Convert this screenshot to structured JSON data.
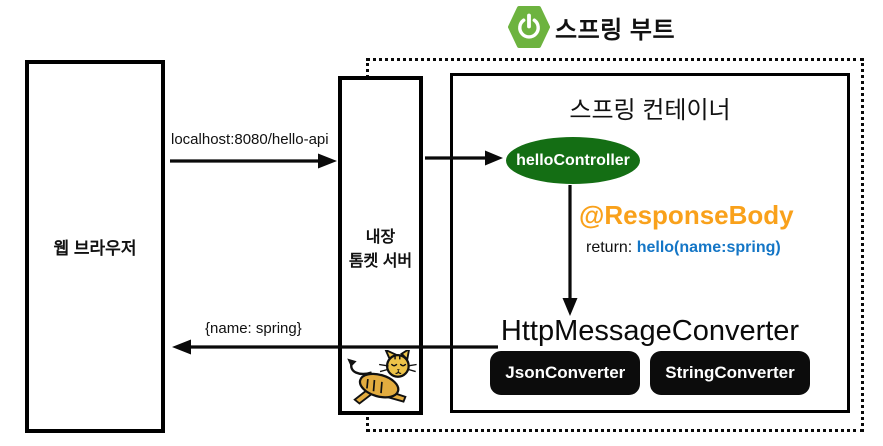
{
  "header": {
    "title": "스프링 부트"
  },
  "browser": {
    "label": "웹 브라우저"
  },
  "tomcat": {
    "label_line1": "내장",
    "label_line2": "톰켓 서버"
  },
  "container": {
    "title": "스프링 컨테이너",
    "controller_label": "helloController",
    "response_body_annotation": "@ResponseBody",
    "return_prefix": "return:",
    "return_value": "hello(name:spring)",
    "converter_title": "HttpMessageConverter",
    "converters": [
      "JsonConverter",
      "StringConverter"
    ]
  },
  "labels": {
    "request": "localhost:8080/hello-api",
    "response": "{name: spring}"
  },
  "icons": {
    "spring_boot_logo": "green-hexagon-power-symbol",
    "tomcat_logo": "tomcat-cat"
  },
  "colors": {
    "spring_green": "#6DB33F",
    "controller_green": "#146E14",
    "annotation_orange": "#F9A11B",
    "return_blue": "#1476C6",
    "chip_black": "#0C0C0C",
    "cat_body": "#E3AC3F",
    "cat_head": "#EDC349",
    "line_black": "#0a0a0a"
  }
}
